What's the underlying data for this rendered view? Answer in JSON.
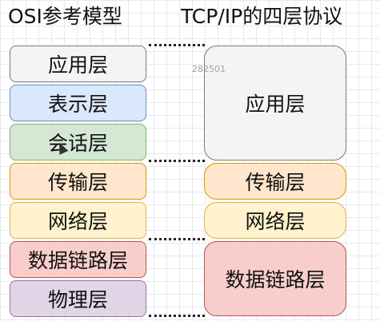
{
  "titles": {
    "osi": "OSI参考模型",
    "tcpip": "TCP/IP的四层协议"
  },
  "osi_layers": [
    {
      "label": "应用层",
      "color": "#f4f4f4"
    },
    {
      "label": "表示层",
      "color": "#dae8fc"
    },
    {
      "label": "会话层",
      "color": "#d5e8d4"
    },
    {
      "label": "传输层",
      "color": "#ffe6cc"
    },
    {
      "label": "网络层",
      "color": "#fff2cc"
    },
    {
      "label": "数据链路层",
      "color": "#f8cecc"
    },
    {
      "label": "物理层",
      "color": "#e1d5e7"
    }
  ],
  "tcpip_layers": [
    {
      "label": "应用层",
      "color": "#f4f4f4"
    },
    {
      "label": "传输层",
      "color": "#ffe6cc"
    },
    {
      "label": "网络层",
      "color": "#fff2cc"
    },
    {
      "label": "数据链路层",
      "color": "#f8cecc"
    }
  ],
  "watermark": "282501"
}
